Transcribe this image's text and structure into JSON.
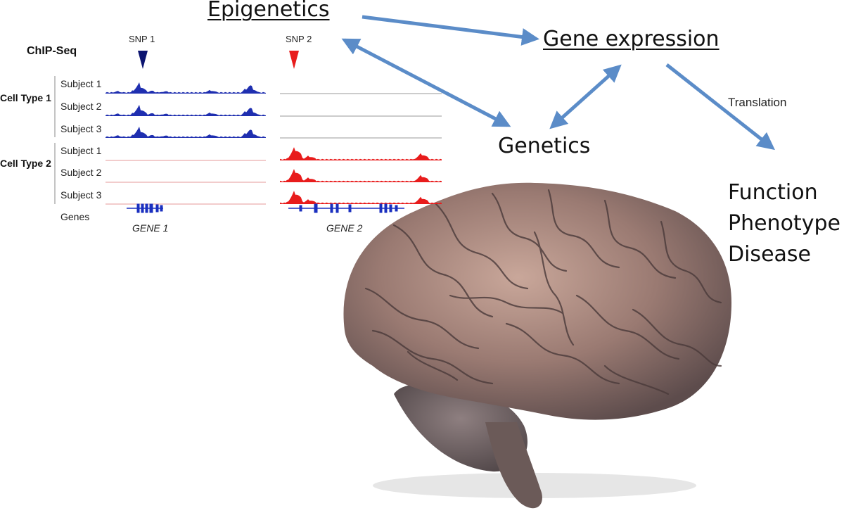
{
  "concepts": {
    "epigenetics": "Epigenetics",
    "gene_expression": "Gene expression",
    "genetics": "Genetics",
    "translation": "Translation",
    "outcomes": [
      "Function",
      "Phenotype",
      "Disease"
    ]
  },
  "chipseq": {
    "title": "ChIP-Seq",
    "snps": [
      "SNP 1",
      "SNP 2"
    ],
    "cell_types": [
      {
        "label": "Cell Type 1",
        "subjects": [
          "Subject 1",
          "Subject 2",
          "Subject 3"
        ]
      },
      {
        "label": "Cell Type 2",
        "subjects": [
          "Subject 1",
          "Subject 2",
          "Subject 3"
        ]
      }
    ],
    "genes_label": "Genes",
    "gene_names": [
      "GENE 1",
      "GENE 2"
    ]
  },
  "colors": {
    "arrow": "#5b8cc8",
    "cell_type_1": "#1f2fb0",
    "cell_type_2": "#e81c1c",
    "snp1_marker": "#0c1470",
    "snp2_marker": "#e81c1c"
  },
  "image": {
    "brain": "brain-icon"
  }
}
